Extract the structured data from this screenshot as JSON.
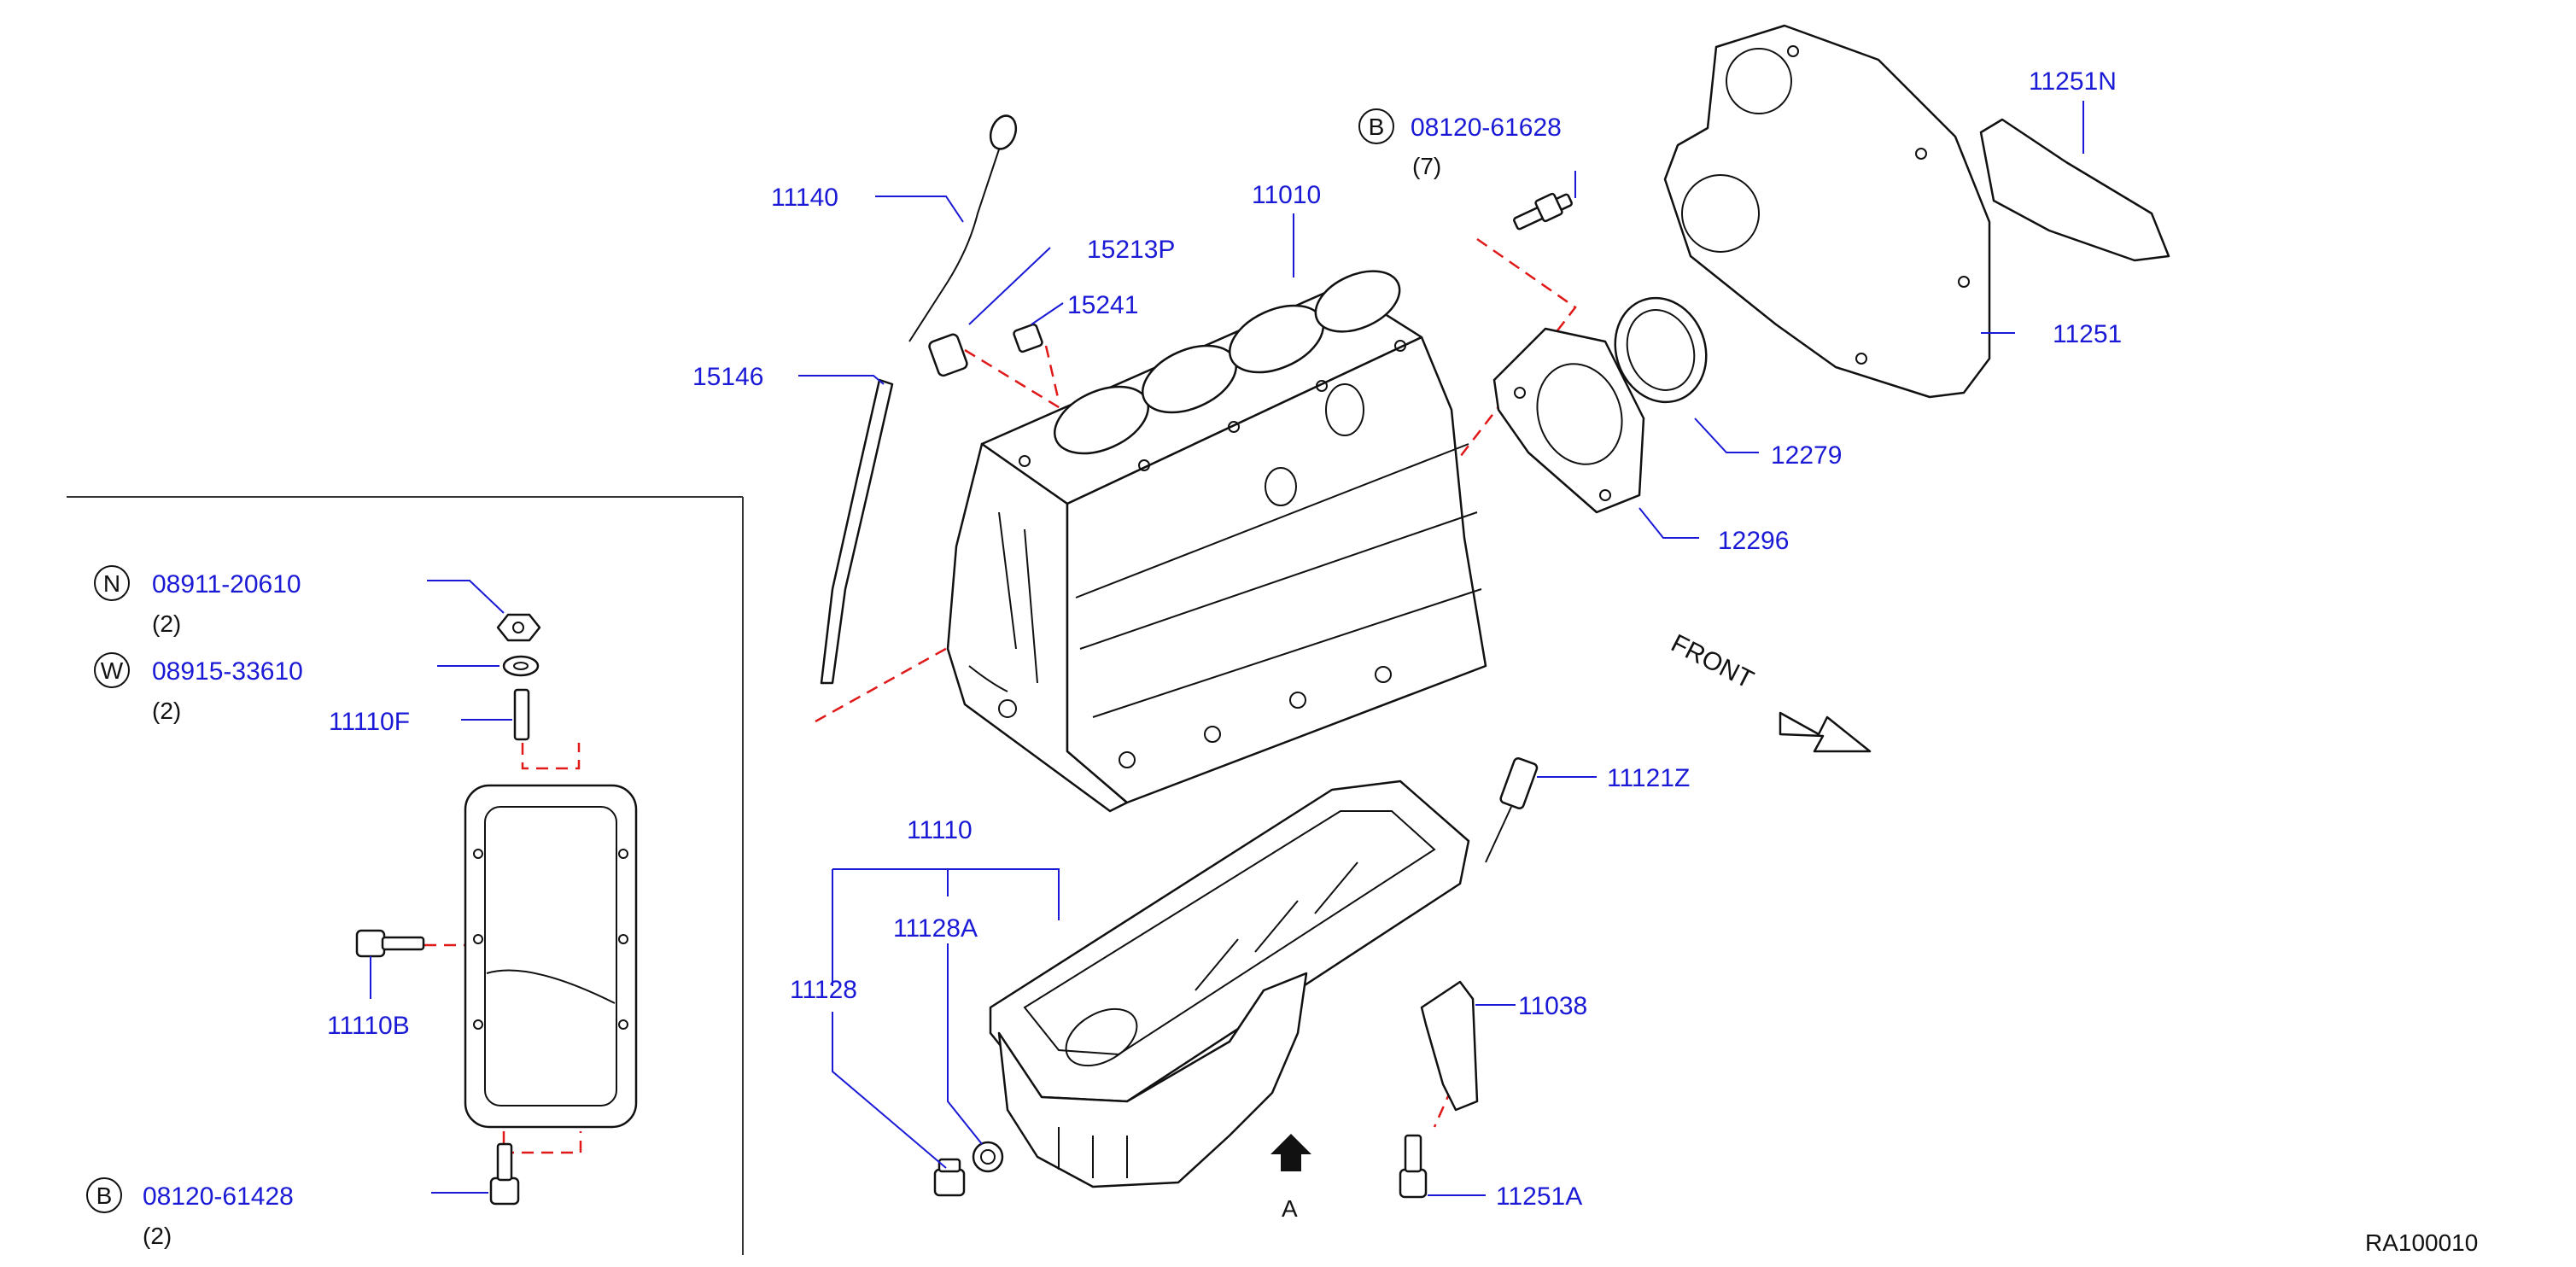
{
  "colors": {
    "label": "#1a1ad6",
    "leader": "#1a1ad6",
    "dashed_guide": "#e01818",
    "linework": "#111111"
  },
  "labels": {
    "p11140": "11140",
    "p15213P": "15213P",
    "p11010": "11010",
    "p15241": "15241",
    "p15146": "15146",
    "p12279": "12279",
    "p12296": "12296",
    "p11251N": "11251N",
    "p11251": "11251",
    "p11121Z": "11121Z",
    "p11110": "11110",
    "p11128A": "11128A",
    "p11128": "11128",
    "p11038": "11038",
    "p11251A": "11251A",
    "p11110F": "11110F",
    "p11110B": "11110B"
  },
  "bolts": {
    "top": {
      "badge": "B",
      "part": "08120-61628",
      "qty": "(7)"
    },
    "nut": {
      "badge": "N",
      "part": "08911-20610",
      "qty": "(2)"
    },
    "washer": {
      "badge": "W",
      "part": "08915-33610",
      "qty": "(2)"
    },
    "bottom": {
      "badge": "B",
      "part": "08120-61428",
      "qty": "(2)"
    }
  },
  "front_label": "FRONT",
  "view_label": "A",
  "drawing_code": "RA100010",
  "icons": {
    "front_arrow": "hollow-arrow-icon",
    "view_arrow": "solid-up-arrow-icon"
  }
}
